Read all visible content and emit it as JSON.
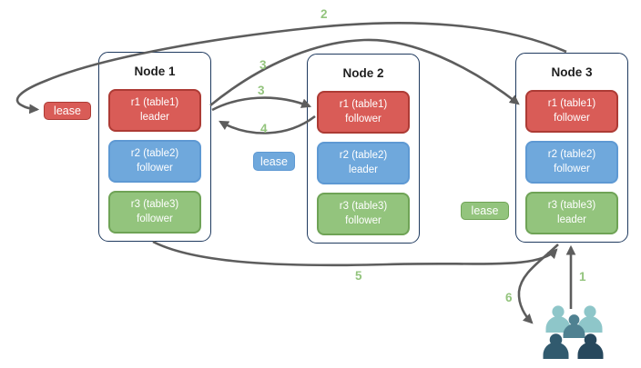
{
  "nodes": [
    {
      "title": "Node 1",
      "replicas": [
        {
          "name": "r1 (table1)",
          "role": "leader",
          "color": "red"
        },
        {
          "name": "r2 (table2)",
          "role": "follower",
          "color": "blue"
        },
        {
          "name": "r3 (table3)",
          "role": "follower",
          "color": "green"
        }
      ]
    },
    {
      "title": "Node 2",
      "replicas": [
        {
          "name": "r1 (table1)",
          "role": "follower",
          "color": "red"
        },
        {
          "name": "r2 (table2)",
          "role": "leader",
          "color": "blue"
        },
        {
          "name": "r3 (table3)",
          "role": "follower",
          "color": "green"
        }
      ]
    },
    {
      "title": "Node 3",
      "replicas": [
        {
          "name": "r1 (table1)",
          "role": "follower",
          "color": "red"
        },
        {
          "name": "r2 (table2)",
          "role": "follower",
          "color": "blue"
        },
        {
          "name": "r3 (table3)",
          "role": "leader",
          "color": "green"
        }
      ]
    }
  ],
  "leases": [
    {
      "label": "lease",
      "color": "#d95c57",
      "for": "r1 (table1)"
    },
    {
      "label": "lease",
      "color": "#6fa8dc",
      "for": "r2 (table2)"
    },
    {
      "label": "lease",
      "color": "#93c47d",
      "for": "r3 (table3)"
    }
  ],
  "steps": [
    {
      "text": "2"
    },
    {
      "text": "3"
    },
    {
      "text": "3"
    },
    {
      "text": "4"
    },
    {
      "text": "5"
    },
    {
      "text": "6"
    },
    {
      "text": "1"
    }
  ],
  "icons": {
    "users_icon": "group-of-five-users"
  },
  "colors": {
    "red_fill": "#d95c57",
    "red_border": "#ad3b35",
    "blue_fill": "#6fa8dc",
    "blue_border": "#5e99d3",
    "green_fill": "#93c47d",
    "green_border": "#6fa356",
    "node_border": "#1f3a5f",
    "arrow": "#5d5d5d",
    "step_number": "#93c47d",
    "users_back": "#8ec6c9",
    "users_mid": "#4f8191",
    "users_front_left": "#315a6e",
    "users_front_right": "#27485d"
  }
}
